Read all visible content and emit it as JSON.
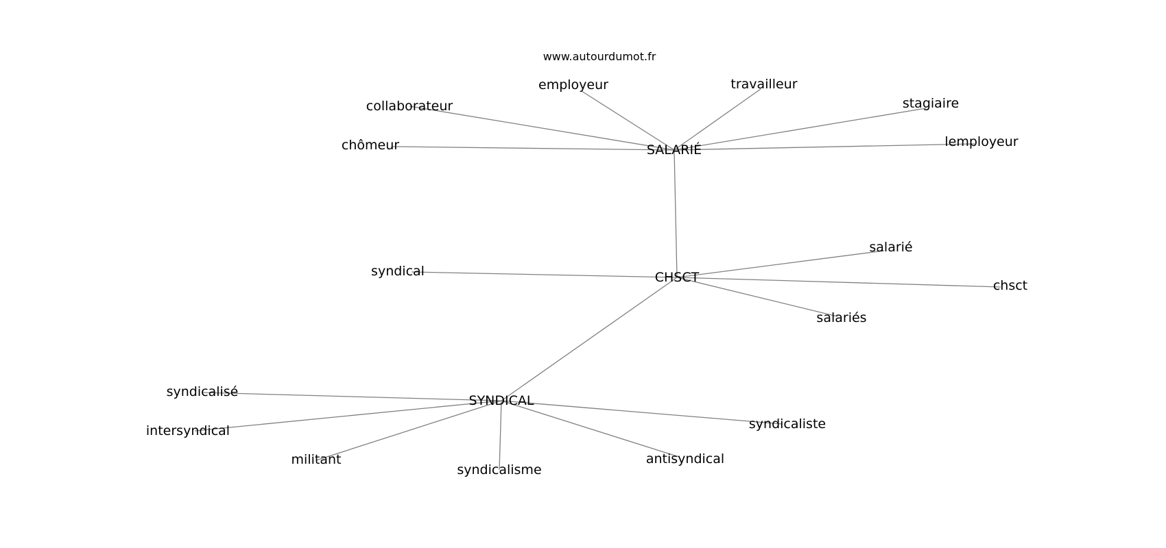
{
  "site": "www.autourdumot.fr",
  "hubs": [
    {
      "id": "salarie_hub",
      "label": "SALARIÉ"
    },
    {
      "id": "chsct_hub",
      "label": "CHSCT"
    },
    {
      "id": "syndical_hub",
      "label": "SYNDICAL"
    }
  ],
  "leaves": [
    {
      "id": "employeur",
      "label": "employeur",
      "hub": "salarie_hub"
    },
    {
      "id": "travailleur",
      "label": "travailleur",
      "hub": "salarie_hub"
    },
    {
      "id": "collaborateur",
      "label": "collaborateur",
      "hub": "salarie_hub"
    },
    {
      "id": "stagiaire",
      "label": "stagiaire",
      "hub": "salarie_hub"
    },
    {
      "id": "chomeur",
      "label": "chômeur",
      "hub": "salarie_hub"
    },
    {
      "id": "lemployeur",
      "label": "lemployeur",
      "hub": "salarie_hub"
    },
    {
      "id": "salarie",
      "label": "salarié",
      "hub": "chsct_hub"
    },
    {
      "id": "syndical",
      "label": "syndical",
      "hub": "chsct_hub"
    },
    {
      "id": "chsct",
      "label": "chsct",
      "hub": "chsct_hub"
    },
    {
      "id": "salaries",
      "label": "salariés",
      "hub": "chsct_hub"
    },
    {
      "id": "syndicalise",
      "label": "syndicalisé",
      "hub": "syndical_hub"
    },
    {
      "id": "intersyndical",
      "label": "intersyndical",
      "hub": "syndical_hub"
    },
    {
      "id": "syndicaliste",
      "label": "syndicaliste",
      "hub": "syndical_hub"
    },
    {
      "id": "militant",
      "label": "militant",
      "hub": "syndical_hub"
    },
    {
      "id": "antisyndical",
      "label": "antisyndical",
      "hub": "syndical_hub"
    },
    {
      "id": "syndicalisme",
      "label": "syndicalisme",
      "hub": "syndical_hub"
    }
  ],
  "hub_links": [
    [
      "salarie_hub",
      "chsct_hub"
    ],
    [
      "chsct_hub",
      "syndical_hub"
    ]
  ]
}
